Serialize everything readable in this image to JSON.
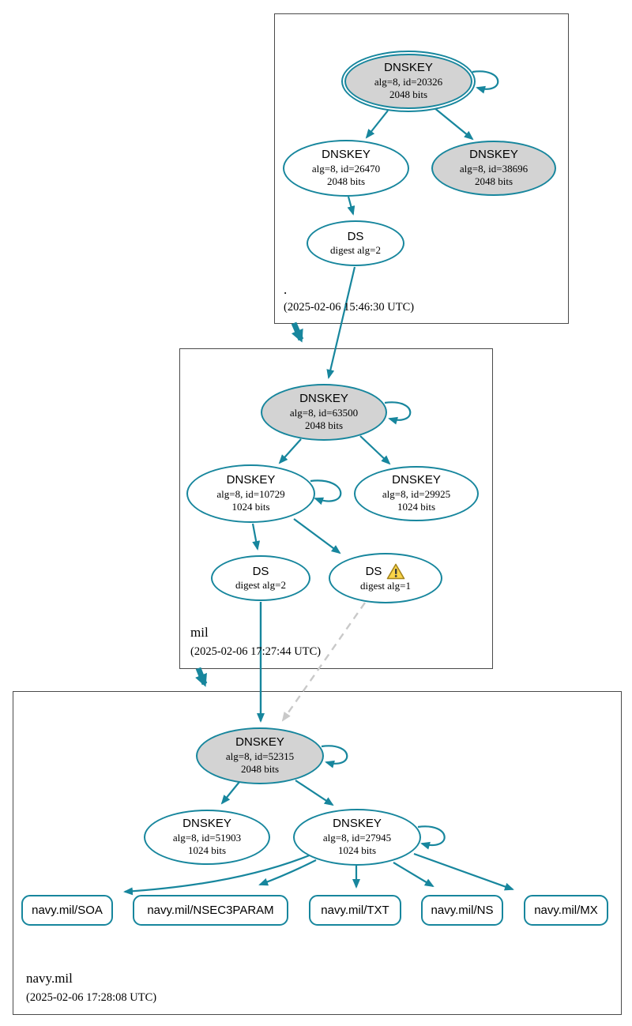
{
  "diagram_type": "dnssec-authentication-chain",
  "colors": {
    "teal": "#17869d",
    "node_fill_gray": "#d3d3d3",
    "dashed_edge": "#c9c9c9",
    "zone_box_border": "#4a4a4a",
    "warning_fill": "#fad548",
    "warning_stroke": "#a6851d"
  },
  "zones": [
    {
      "label": ".",
      "timestamp": "(2025-02-06 15:46:30 UTC)",
      "nodes": {
        "ksk": {
          "title": "DNSKEY",
          "line1": "alg=8, id=20326",
          "line2": "2048 bits"
        },
        "zsk": {
          "title": "DNSKEY",
          "line1": "alg=8, id=26470",
          "line2": "2048 bits"
        },
        "ksk2": {
          "title": "DNSKEY",
          "line1": "alg=8, id=38696",
          "line2": "2048 bits"
        },
        "ds": {
          "title": "DS",
          "line1": "digest alg=2"
        }
      }
    },
    {
      "label": "mil",
      "timestamp": "(2025-02-06 17:27:44 UTC)",
      "nodes": {
        "ksk": {
          "title": "DNSKEY",
          "line1": "alg=8, id=63500",
          "line2": "2048 bits"
        },
        "zsk1": {
          "title": "DNSKEY",
          "line1": "alg=8, id=10729",
          "line2": "1024 bits"
        },
        "zsk2": {
          "title": "DNSKEY",
          "line1": "alg=8, id=29925",
          "line2": "1024 bits"
        },
        "ds2": {
          "title": "DS",
          "line1": "digest alg=2"
        },
        "ds1": {
          "title": "DS",
          "line1": "digest alg=1",
          "warning": "true"
        }
      }
    },
    {
      "label": "navy.mil",
      "timestamp": "(2025-02-06 17:28:08 UTC)",
      "nodes": {
        "ksk": {
          "title": "DNSKEY",
          "line1": "alg=8, id=52315",
          "line2": "2048 bits"
        },
        "zsk1": {
          "title": "DNSKEY",
          "line1": "alg=8, id=51903",
          "line2": "1024 bits"
        },
        "zsk2": {
          "title": "DNSKEY",
          "line1": "alg=8, id=27945",
          "line2": "1024 bits"
        },
        "rrsets": [
          "navy.mil/SOA",
          "navy.mil/NSEC3PARAM",
          "navy.mil/TXT",
          "navy.mil/NS",
          "navy.mil/MX"
        ]
      }
    }
  ]
}
